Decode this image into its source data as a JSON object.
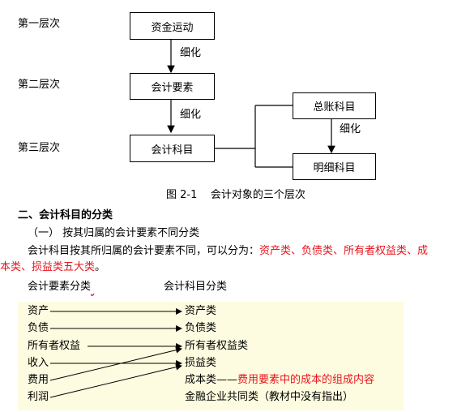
{
  "diagram": {
    "levels": [
      "第一层次",
      "第二层次",
      "第三层次"
    ],
    "boxes": {
      "fund_movement": "资金运动",
      "accounting_elements": "会计要素",
      "accounting_subjects": "会计科目",
      "general_ledger": "总账科目",
      "detail_subjects": "明细科目"
    },
    "refine": [
      "细化",
      "细化",
      "细化"
    ],
    "caption": "图 2-1    会计对象的三个层次"
  },
  "section": {
    "heading": "二、会计科目的分类",
    "subheading": "（一） 按其归属的会计要素不同分类",
    "para_prefix": "会计科目按其所归属的会计要素不同，可以分为：",
    "para_red_1": "资产类、负债类、所有者权益类、成",
    "para_red_2": "本类、损益类五大类",
    "para_end": "。",
    "mapping_left_title": "会计要素分类",
    "mapping_right_title": "会计科目分类"
  },
  "mapping": {
    "left": [
      "资产",
      "负债",
      "所有者权益",
      "收入",
      "费用",
      "利润"
    ],
    "right": [
      "资产类",
      "负债类",
      "所有者权益类",
      "损益类",
      "成本类——",
      "金融企业共同类（教材中没有指出）"
    ],
    "cost_note": "费用要素中的成本的组成内容",
    "accent_color": "#e8141c",
    "panel_color": "#fdfce0"
  }
}
